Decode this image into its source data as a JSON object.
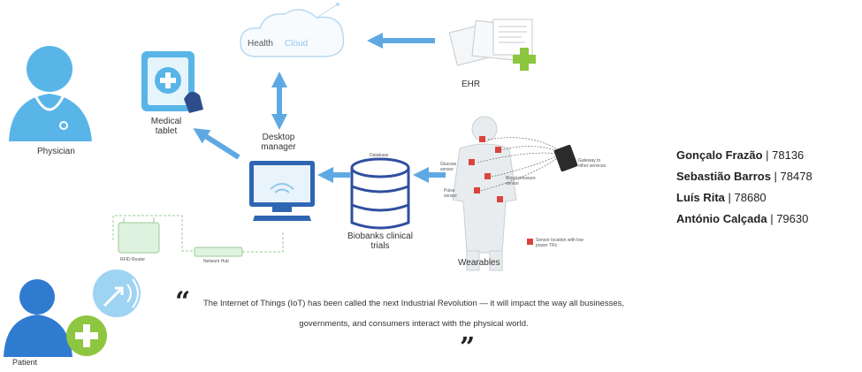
{
  "labels": {
    "health": "Health",
    "cloud": "Cloud",
    "ehr": "EHR",
    "physician": "Physician",
    "medical_tablet": "Medical tablet",
    "desktop_manager": "Desktop manager",
    "database_small": "Database",
    "biobanks": "Biobanks clinical trials",
    "wearables": "Wearables",
    "patient": "Patient",
    "rfid_router": "RFID Router",
    "network_hub": "Network Hub",
    "sensor_1": "Gateway to other services",
    "sensor_2": "Glucose sensor",
    "sensor_3": "Blood pressure sensor",
    "sensor_4": "Pulse sensor",
    "sensor_legend": "Sensor location with low-power TRx"
  },
  "authors": [
    {
      "name": "Gonçalo Frazão",
      "id": "78136"
    },
    {
      "name": "Sebastião Barros",
      "id": "78478"
    },
    {
      "name": "Luís Rita",
      "id": "78680"
    },
    {
      "name": "António Calçada",
      "id": "79630"
    }
  ],
  "quote": {
    "open_mark": "“",
    "close_mark": "”",
    "text": "The Internet of Things (IoT) has been called the next Industrial Revolution — it will impact the way all businesses, governments, and consumers interact with the physical world."
  },
  "colors": {
    "arrow": "#5ea9e3",
    "figure": "#59b5e8",
    "figure_light": "#9fd3f2",
    "green": "#8dc63f",
    "sensor_red": "#d9453b"
  }
}
